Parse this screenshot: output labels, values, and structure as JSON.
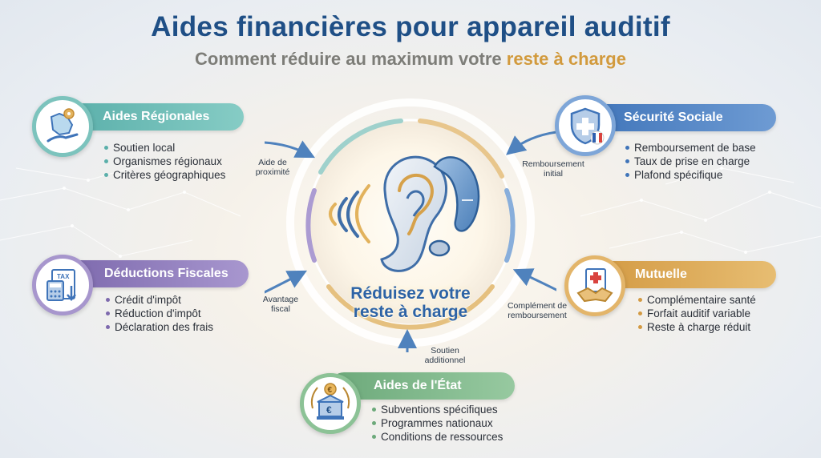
{
  "header": {
    "title": "Aides financières pour appareil auditif",
    "subtitle_main": "Comment réduire au maximum votre ",
    "subtitle_accent": "reste à charge"
  },
  "center": {
    "text_line1": "Réduisez votre",
    "text_line2": "reste à charge"
  },
  "cards": {
    "regionales": {
      "title": "Aides Régionales",
      "items": [
        "Soutien local",
        "Organismes régionaux",
        "Critères géographiques"
      ],
      "arrow_label_1": "Aide de",
      "arrow_label_2": "proximité"
    },
    "securite": {
      "title": "Sécurité Sociale",
      "items": [
        "Remboursement de base",
        "Taux de prise en charge",
        "Plafond spécifique"
      ],
      "arrow_label_1": "Remboursement",
      "arrow_label_2": "initial"
    },
    "fiscales": {
      "title": "Déductions Fiscales",
      "items": [
        "Crédit d'impôt",
        "Réduction d'impôt",
        "Déclaration des frais"
      ],
      "arrow_label_1": "Avantage",
      "arrow_label_2": "fiscal",
      "icon_text": "TAX"
    },
    "mutuelle": {
      "title": "Mutuelle",
      "items": [
        "Complémentaire santé",
        "Forfait auditif variable",
        "Reste à charge réduit"
      ],
      "arrow_label_1": "Complément de",
      "arrow_label_2": "remboursement"
    },
    "etat": {
      "title": "Aides de l'État",
      "items": [
        "Subventions spécifiques",
        "Programmes nationaux",
        "Conditions de ressources"
      ],
      "arrow_label_1": "Soutien",
      "arrow_label_2": "additionnel",
      "icon_text_1": "€",
      "icon_text_2": "€"
    }
  },
  "colors": {
    "title": "#1f4f86",
    "accent": "#d29a3d",
    "teal": "#5aafaa",
    "blue": "#3f74b9",
    "purple": "#7d69ad",
    "gold": "#d39a43",
    "green": "#6ca97a"
  },
  "icons": {
    "regionales": "map-hand-icon",
    "securite": "shield-cross-icon",
    "fiscales": "tax-calculator-icon",
    "mutuelle": "handshake-document-icon",
    "etat": "bank-euro-icon",
    "center": "ear-hearing-aid-icon"
  }
}
